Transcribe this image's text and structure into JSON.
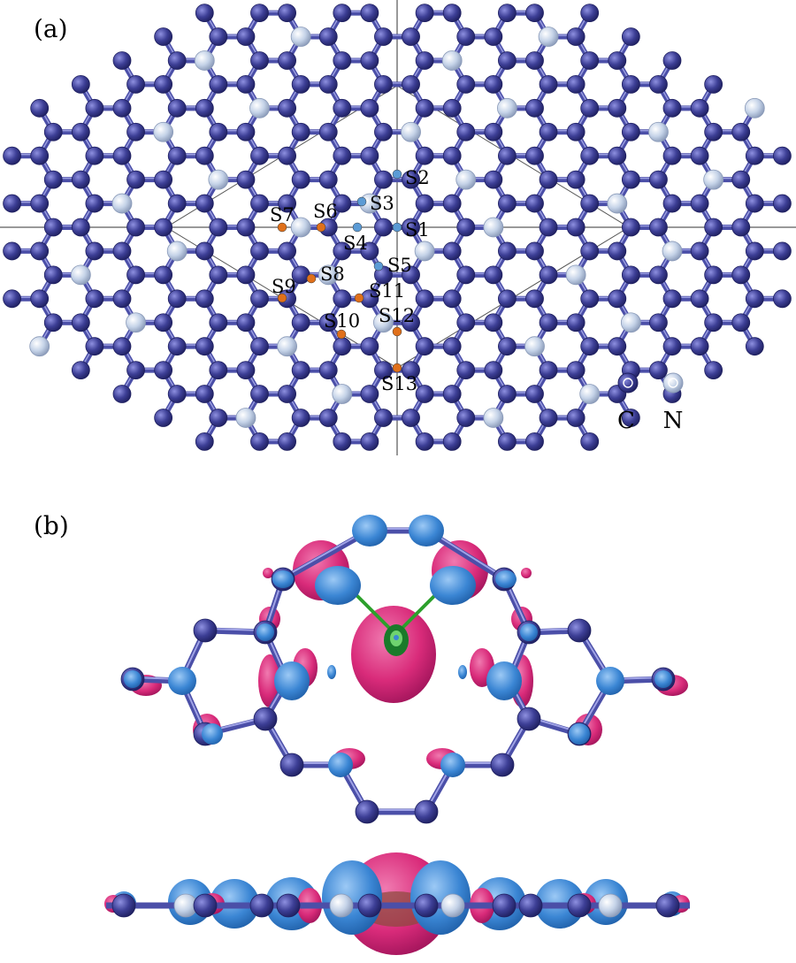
{
  "panels": {
    "a": {
      "label": "(a)"
    },
    "b": {
      "label": "(b)"
    }
  },
  "legend": {
    "items": [
      {
        "symbol": "C",
        "atom": "carbon",
        "color": "#3d3f96"
      },
      {
        "symbol": "N",
        "atom": "nitrogen",
        "color": "#c5d3e8"
      }
    ]
  },
  "sites": [
    {
      "label": "S1",
      "kind": "blue"
    },
    {
      "label": "S2",
      "kind": "blue"
    },
    {
      "label": "S3",
      "kind": "blue"
    },
    {
      "label": "S4",
      "kind": "blue"
    },
    {
      "label": "S5",
      "kind": "blue"
    },
    {
      "label": "S6",
      "kind": "orange"
    },
    {
      "label": "S7",
      "kind": "orange"
    },
    {
      "label": "S8",
      "kind": "orange"
    },
    {
      "label": "S9",
      "kind": "orange"
    },
    {
      "label": "S10",
      "kind": "orange"
    },
    {
      "label": "S11",
      "kind": "orange"
    },
    {
      "label": "S12",
      "kind": "orange"
    },
    {
      "label": "S13",
      "kind": "orange"
    }
  ],
  "colors": {
    "carbon": "#3d3f96",
    "nitrogen": "#c5d3e8",
    "bond": "#4b4fa8",
    "site_blue": "#5b9bd5",
    "site_orange": "#e0701a",
    "density_gain": "#d92b7a",
    "density_loss": "#3b86d4",
    "density_center": "#2ca02c"
  }
}
